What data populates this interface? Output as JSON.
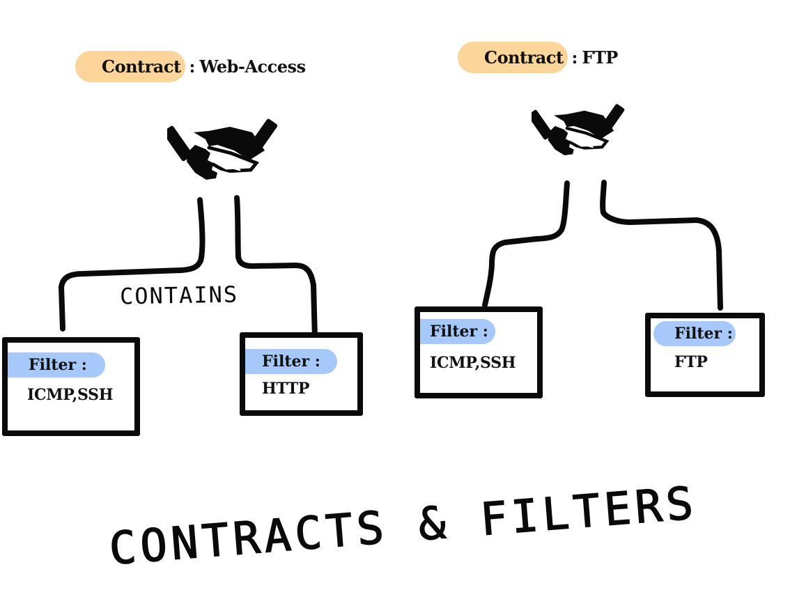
{
  "diagram": {
    "title": "CONTRACTS & FILTERS",
    "relation_label": "CONTAINS",
    "colors": {
      "contract_highlight": "#fbd59a",
      "filter_highlight": "#a6c8fb",
      "ink": "#0a0a0a",
      "background": "#ffffff"
    },
    "contracts": [
      {
        "label": "Contract",
        "separator": ":",
        "name": "Web-Access",
        "icon": "handshake-icon",
        "filters": [
          {
            "label": "Filter :",
            "protocols": "ICMP,SSH"
          },
          {
            "label": "Filter :",
            "protocols": "HTTP"
          }
        ]
      },
      {
        "label": "Contract",
        "separator": ":",
        "name": "FTP",
        "icon": "handshake-icon",
        "filters": [
          {
            "label": "Filter :",
            "protocols": "ICMP,SSH"
          },
          {
            "label": "Filter :",
            "protocols": "FTP"
          }
        ]
      }
    ]
  }
}
